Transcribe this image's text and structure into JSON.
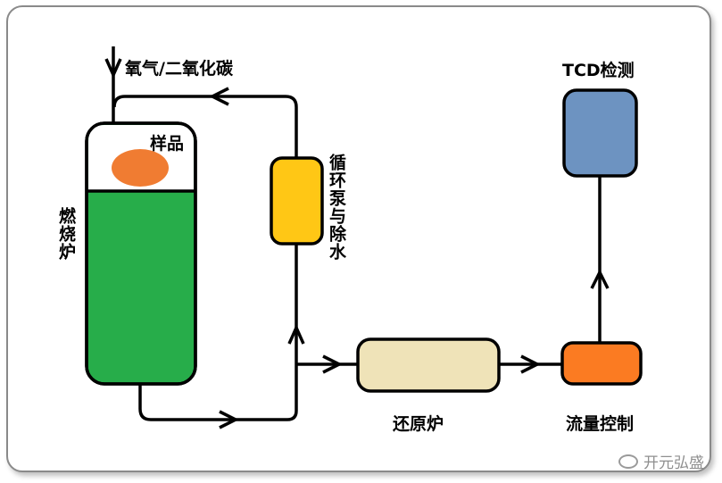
{
  "colors": {
    "sample": "#f07c32",
    "furnace_body": "#27ad4a",
    "pump": "#ffc715",
    "reduction_furnace": "#efe3b8",
    "flow_control": "#fb7b22",
    "tcd": "#6d93c1",
    "line": "#000000"
  },
  "labels": {
    "gas_inlet": "氧气/二氧化碳",
    "sample": "样品",
    "combustion_furnace": "燃烧炉",
    "pump": "循环泵与除水",
    "reduction_furnace": "还原炉",
    "flow_control": "流量控制",
    "tcd": "TCD检测"
  },
  "watermark": {
    "text": "开元弘盛",
    "icon": "wechat-icon"
  }
}
